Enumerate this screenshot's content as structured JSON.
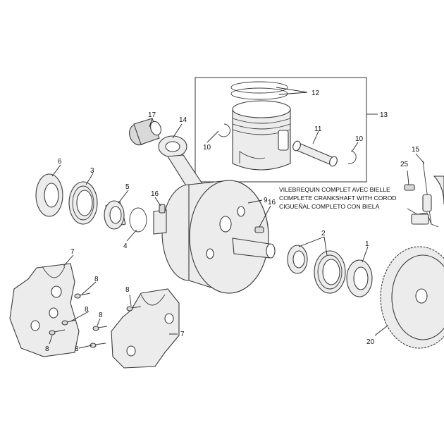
{
  "callouts": {
    "c1": "1",
    "c2": "2",
    "c3": "3",
    "c4": "4",
    "c5": "5",
    "c6": "6",
    "c7a": "7",
    "c7b": "7",
    "c8a": "8",
    "c8b": "8",
    "c8c": "8",
    "c8d": "8",
    "c8e": "8",
    "c8f": "8",
    "c9": "9",
    "c10a": "10",
    "c10b": "10",
    "c11": "11",
    "c12": "12",
    "c13": "13",
    "c14": "14",
    "c15": "15",
    "c16a": "16",
    "c16b": "16",
    "c17": "17",
    "c20": "20",
    "c25": "25"
  },
  "description": {
    "line1": "VILEBREQUIN COMPLET AVEC BIELLE",
    "line2": "COMPLETE CRANKSHAFT WITH COROD",
    "line3": "CIGUEÑAL COMPLETO CON BIELA"
  }
}
